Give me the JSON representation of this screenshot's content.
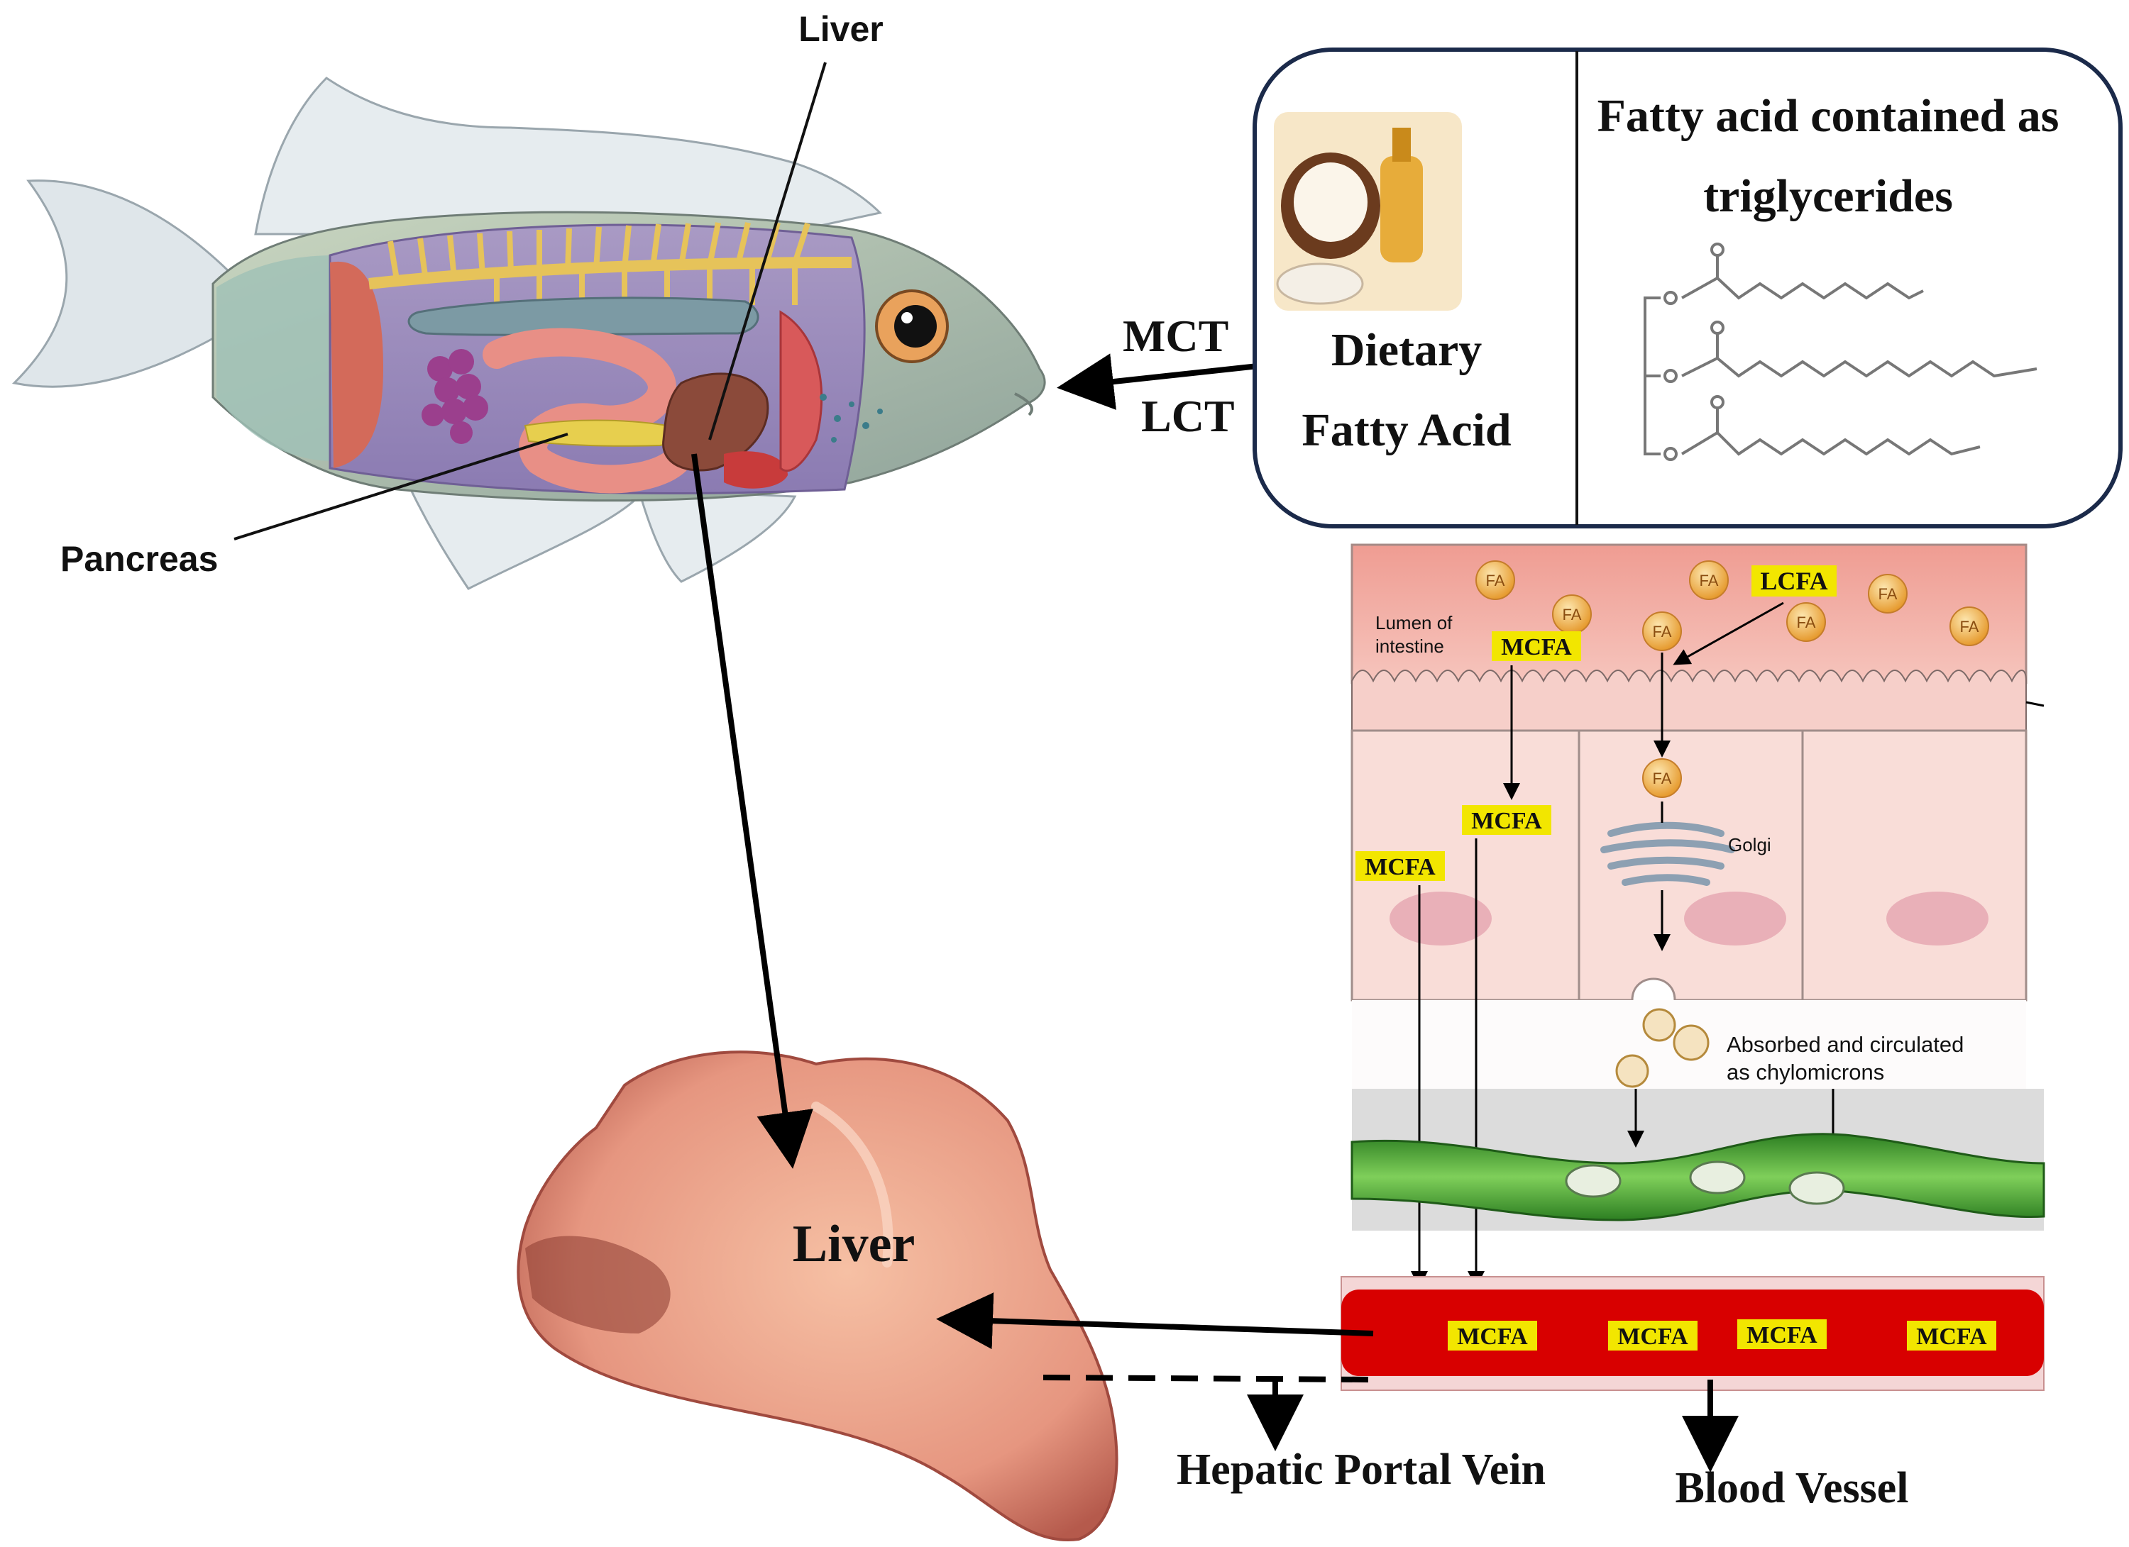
{
  "fish": {
    "liver_label": "Liver",
    "pancreas_label": "Pancreas"
  },
  "input_arrow": {
    "mct_label": "MCT",
    "lct_label": "LCT"
  },
  "dietary_box": {
    "dietary_line1": "Dietary",
    "dietary_line2": "Fatty Acid",
    "heading_line1": "Fatty acid contained as",
    "heading_line2": "triglycerides"
  },
  "intestine": {
    "lumen_line1": "Lumen of",
    "lumen_line2": "intestine",
    "fa_token": "FA",
    "mcfa_token": "MCFA",
    "lcfa_token": "LCFA",
    "golgi_label": "Golgi",
    "absorbed_line1": "Absorbed and circulated",
    "absorbed_line2": "as chylomicrons"
  },
  "liver": {
    "label": "Liver"
  },
  "bottom": {
    "portal_vein_label": "Hepatic Portal Vein",
    "blood_vessel_label": "Blood Vessel"
  },
  "colors": {
    "box_border": "#1b2a4a",
    "token_highlight": "#f2e600",
    "blood_red": "#d80000",
    "lymph_green": "#3a9a2a",
    "cell_pink": "#f6cfc9",
    "lumen_pink": "#f2a79c",
    "fa_ball": "#f0b24a"
  }
}
